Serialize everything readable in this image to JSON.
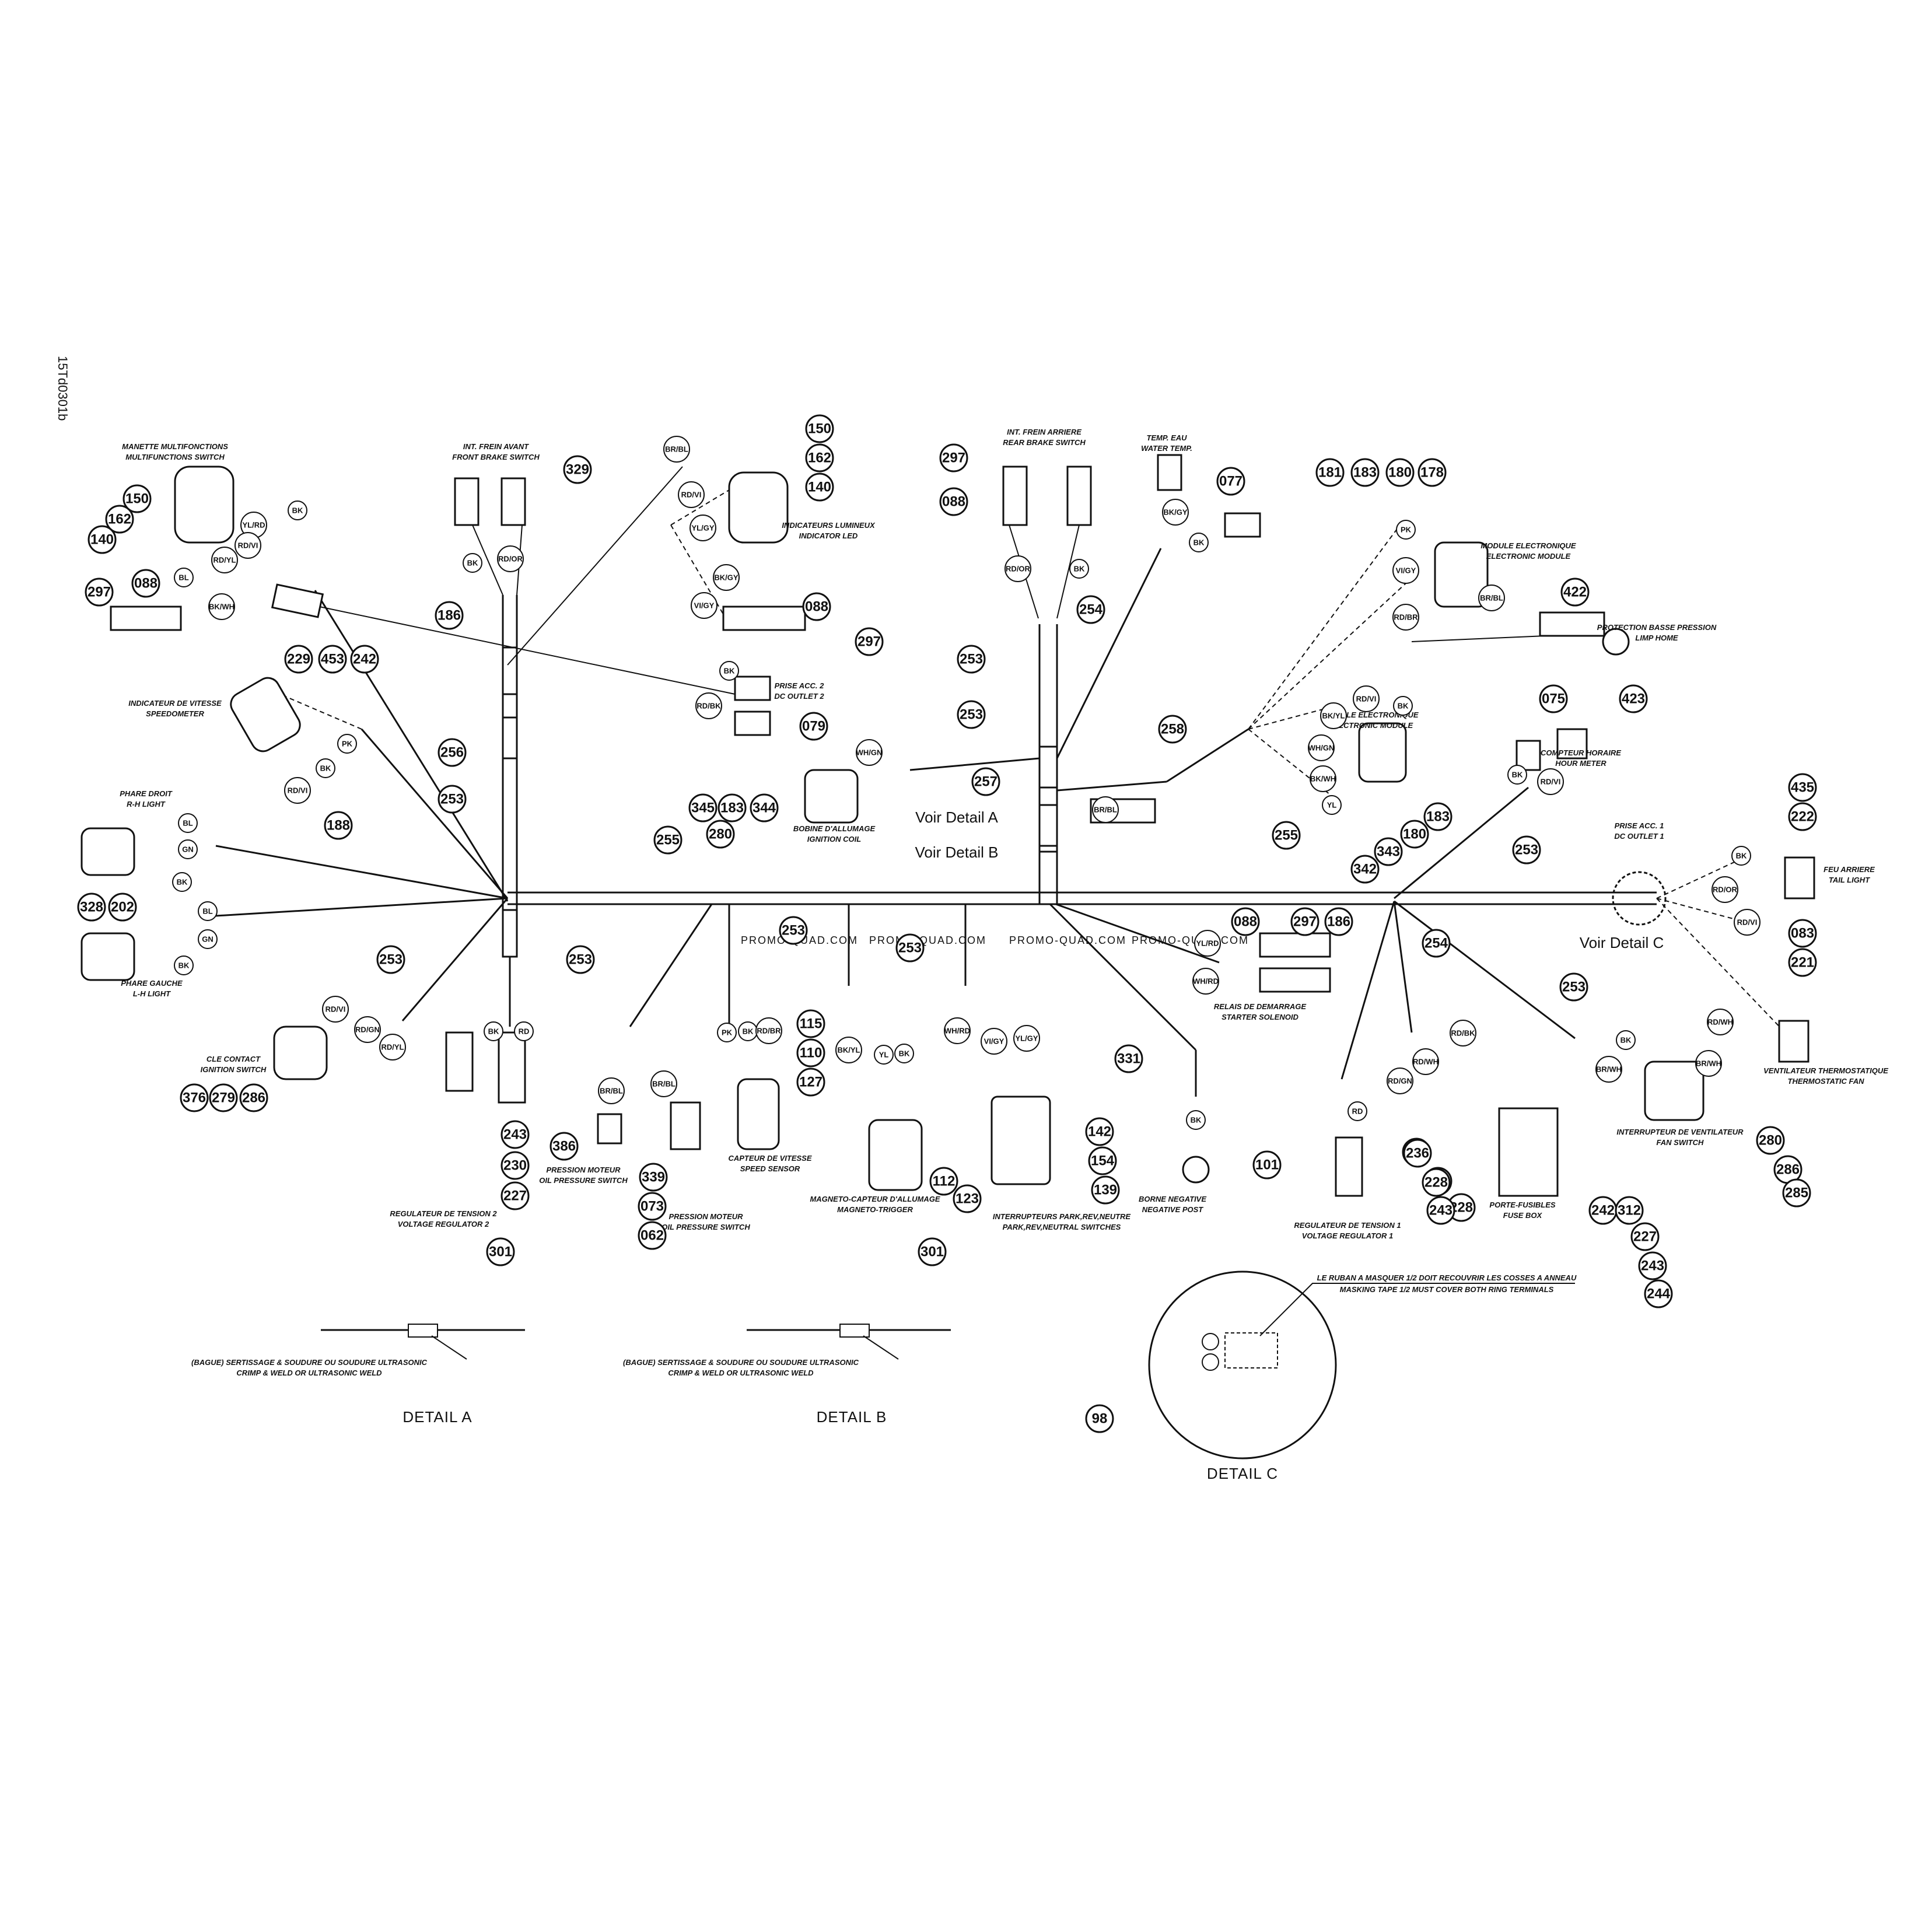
{
  "document_id": "15Td0301b",
  "watermark": [
    "PROMO-QUAD.COM",
    "PROMO-QUAD.COM",
    "PROMO-QUAD.COM",
    "PROMO-QUAD.COM"
  ],
  "detail_refs": [
    "Voir Detail A",
    "Voir Detail B",
    "Voir Detail C"
  ],
  "component_labels": [
    {
      "fr": "MANETTE MULTIFONCTIONS",
      "en": "MULTIFUNCTIONS SWITCH"
    },
    {
      "fr": "INT. FREIN AVANT",
      "en": "FRONT BRAKE SWITCH"
    },
    {
      "fr": "INDICATEURS LUMINEUX",
      "en": "INDICATOR LED"
    },
    {
      "fr": "INT. FREIN ARRIERE",
      "en": "REAR BRAKE SWITCH"
    },
    {
      "fr": "TEMP. EAU",
      "en": "WATER TEMP."
    },
    {
      "fr": "MODULE ELECTRONIQUE",
      "en": "ELECTRONIC MODULE"
    },
    {
      "fr": "PROTECTION BASSE PRESSION",
      "en": "LIMP HOME"
    },
    {
      "fr": "INDICATEUR DE VITESSE",
      "en": "SPEEDOMETER"
    },
    {
      "fr": "PRISE ACC. 2",
      "en": "DC OUTLET 2"
    },
    {
      "fr": "MODULE ELECTRONIQUE",
      "en": "ELECTRONIC MODULE"
    },
    {
      "fr": "COMPTEUR HORAIRE",
      "en": "HOUR METER"
    },
    {
      "fr": "PHARE DROIT",
      "en": "R-H LIGHT"
    },
    {
      "fr": "BOBINE D'ALLUMAGE",
      "en": "IGNITION COIL"
    },
    {
      "fr": "PRISE ACC. 1",
      "en": "DC OUTLET 1"
    },
    {
      "fr": "FEU ARRIERE",
      "en": "TAIL LIGHT"
    },
    {
      "fr": "PHARE GAUCHE",
      "en": "L-H LIGHT"
    },
    {
      "fr": "RELAIS DE DEMARRAGE",
      "en": "STARTER SOLENOID"
    },
    {
      "fr": "VENTILATEUR THERMOSTATIQUE",
      "en": "THERMOSTATIC FAN"
    },
    {
      "fr": "CLE CONTACT",
      "en": "IGNITION SWITCH"
    },
    {
      "fr": "CAPTEUR DE VITESSE",
      "en": "SPEED SENSOR"
    },
    {
      "fr": "PRESSION MOTEUR",
      "en": "OIL PRESSURE SWITCH"
    },
    {
      "fr": "MAGNETO-CAPTEUR D'ALLUMAGE",
      "en": "MAGNETO-TRIGGER"
    },
    {
      "fr": "INTERRUPTEURS PARK,REV,NEUTRE",
      "en": "PARK,REV,NEUTRAL SWITCHES"
    },
    {
      "fr": "BORNE NEGATIVE",
      "en": "NEGATIVE POST"
    },
    {
      "fr": "INTERRUPTEUR DE VENTILATEUR",
      "en": "FAN SWITCH"
    },
    {
      "fr": "REGULATEUR DE TENSION 2",
      "en": "VOLTAGE REGULATOR 2"
    },
    {
      "fr": "PRESSION MOTEUR",
      "en": "OIL PRESSURE SWITCH"
    },
    {
      "fr": "REGULATEUR DE TENSION 1",
      "en": "VOLTAGE REGULATOR 1"
    },
    {
      "fr": "PORTE-FUSIBLES",
      "en": "FUSE BOX"
    }
  ],
  "callouts": [
    "150",
    "162",
    "140",
    "297",
    "088",
    "186",
    "329",
    "150",
    "162",
    "140",
    "297",
    "088",
    "297",
    "088",
    "077",
    "181",
    "183",
    "180",
    "178",
    "229",
    "453",
    "242",
    "422",
    "423",
    "254",
    "253",
    "256",
    "079",
    "253",
    "258",
    "075",
    "257",
    "345",
    "183",
    "344",
    "280",
    "183",
    "180",
    "343",
    "342",
    "188",
    "253",
    "255",
    "255",
    "435",
    "222",
    "328",
    "202",
    "253",
    "253",
    "253",
    "253",
    "088",
    "297",
    "186",
    "083",
    "221",
    "253",
    "254",
    "253",
    "115",
    "110",
    "127",
    "331",
    "236",
    "243",
    "228",
    "142",
    "154",
    "139",
    "376",
    "279",
    "286",
    "386",
    "339",
    "073",
    "062",
    "112",
    "123",
    "243",
    "230",
    "227",
    "101",
    "236",
    "228",
    "243",
    "242",
    "312",
    "227",
    "243",
    "244",
    "280",
    "286",
    "285",
    "301",
    "301",
    "98"
  ],
  "wire_codes": [
    "YL/RD",
    "BK",
    "RD/VI",
    "RD/YL",
    "BK/WH",
    "BL",
    "BK",
    "RD/OR",
    "BR/BL",
    "RD/VI",
    "YL/GY",
    "BK/GY",
    "VI/GY",
    "RD/OR",
    "BK",
    "BK/GY",
    "BK",
    "PK",
    "VI/GY",
    "RD/BR",
    "BR/BL",
    "BK",
    "RD/BK",
    "PK",
    "BK",
    "RD/VI",
    "WH/GN",
    "BR/BL",
    "BK/YL",
    "RD/VI",
    "WH/GN",
    "BK/WH",
    "YL",
    "BK",
    "BK",
    "RD/VI",
    "BL",
    "GN",
    "BK",
    "BL",
    "GN",
    "BK",
    "BK",
    "RD/OR",
    "RD/VI",
    "RD/WH",
    "BR/WH",
    "YL/RD",
    "WH/RD",
    "RD/VI",
    "RD/GN",
    "RD/YL",
    "BK",
    "RD",
    "PK",
    "BK",
    "RD/BR",
    "BK/YL",
    "YL",
    "BK",
    "WH/RD",
    "VI/GY",
    "YL/GY",
    "BR/BL",
    "BR/BL",
    "RD/BK",
    "RD/WH",
    "RD/GN",
    "BK",
    "BR/WH",
    "RD",
    "BK"
  ],
  "details": [
    {
      "title": "DETAIL A",
      "note_fr": "(BAGUE) SERTISSAGE & SOUDURE OU SOUDURE ULTRASONIC",
      "note_en": "CRIMP & WELD OR ULTRASONIC WELD"
    },
    {
      "title": "DETAIL B",
      "note_fr": "(BAGUE) SERTISSAGE & SOUDURE OU SOUDURE ULTRASONIC",
      "note_en": "CRIMP & WELD OR ULTRASONIC WELD"
    },
    {
      "title": "DETAIL C",
      "note_fr": "LE RUBAN A MASQUER 1/2 DOIT RECOUVRIR LES COSSES A ANNEAU",
      "note_en": "MASKING TAPE 1/2 MUST COVER BOTH RING TERMINALS"
    }
  ]
}
